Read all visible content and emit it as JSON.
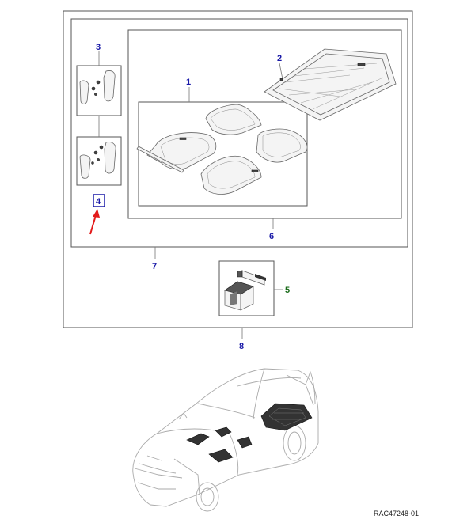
{
  "callouts": {
    "c1": "1",
    "c2": "2",
    "c3": "3",
    "c4": "4",
    "c5": "5",
    "c6": "6",
    "c7": "7",
    "c8": "8"
  },
  "reference_code": "RAC47248-01",
  "colors": {
    "callout_blue": "#1a1aa8",
    "callout_green": "#1a6b1a",
    "arrow_red": "#e31b1b",
    "highlight_box": "#1a1aa8"
  },
  "icons": [
    "floor-mats-icon",
    "cargo-liner-icon",
    "mud-flaps-icon",
    "first-aid-kit-icon",
    "car-outline-icon",
    "red-arrow-icon"
  ]
}
